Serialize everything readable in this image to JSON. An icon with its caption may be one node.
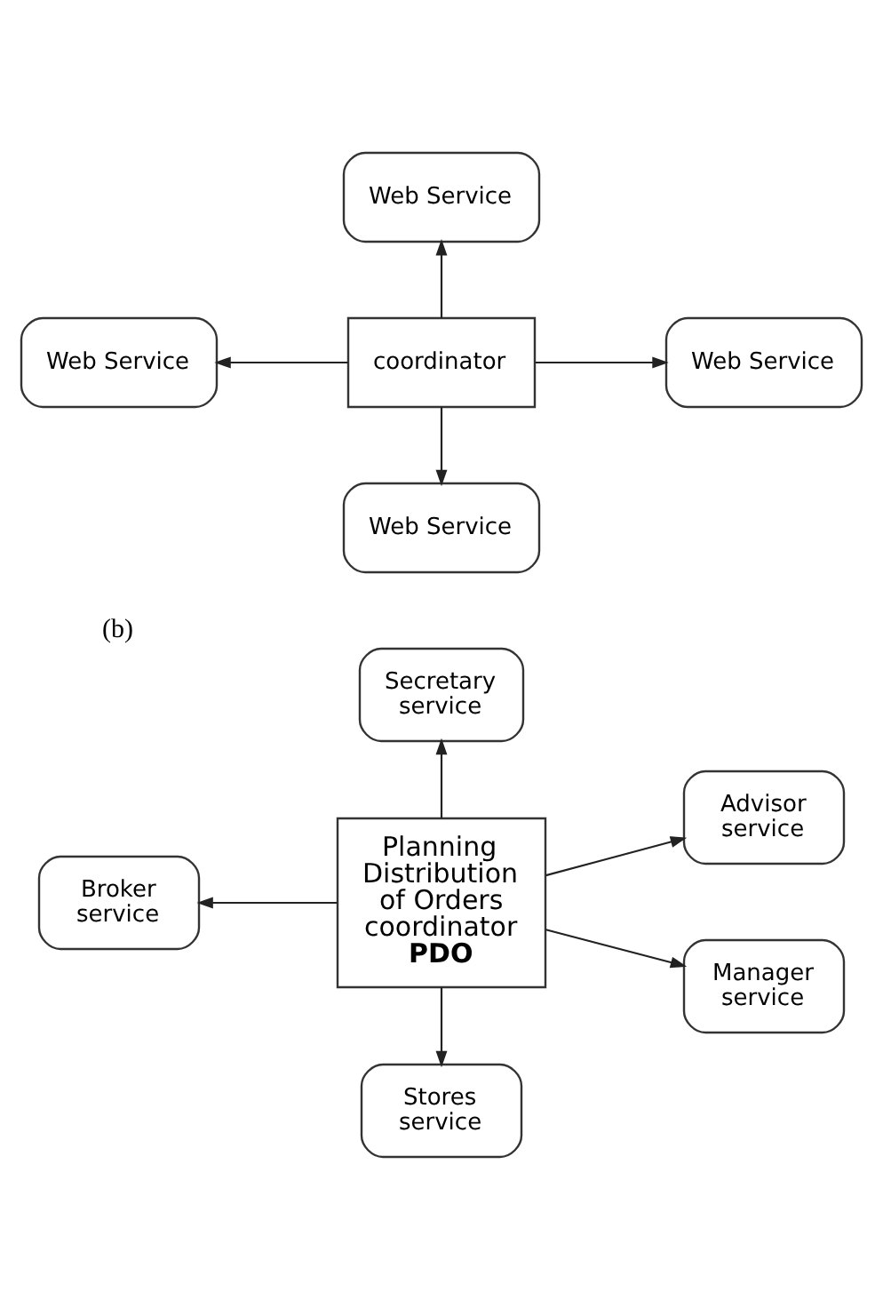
{
  "diagram": {
    "nodes": [
      {
        "text": [
          "Web Service"
        ]
      },
      {
        "text": [
          "Web Service"
        ]
      },
      {
        "text": [
          "coordinator"
        ]
      },
      {
        "text": [
          "Web Service"
        ]
      },
      {
        "text": [
          "Web Service"
        ]
      },
      {
        "text": [
          "Secretary service"
        ]
      },
      {
        "text": [
          "Advisor service"
        ]
      },
      {
        "text": [
          "Broker service"
        ]
      },
      {
        "text": [
          "Planning Distribution of Orders coordinator **PDO**"
        ]
      },
      {
        "text": [
          "Manager service"
        ]
      },
      {
        "text": [
          "Stores service"
        ]
      }
    ],
    "edges": [
      {
        "from": 2,
        "to": 0,
        "arrow": "to"
      },
      {
        "from": 2,
        "to": 1,
        "arrow": "to"
      },
      {
        "from": 2,
        "to": 3,
        "arrow": "to"
      },
      {
        "from": 2,
        "to": 4,
        "arrow": "to"
      },
      {
        "from": 8,
        "to": 5,
        "arrow": "to"
      },
      {
        "from": 8,
        "to": 6,
        "arrow": "to"
      },
      {
        "from": 8,
        "to": 7,
        "arrow": "to"
      },
      {
        "from": 8,
        "to": 9,
        "arrow": "to"
      },
      {
        "from": 8,
        "to": 10,
        "arrow": "to"
      }
    ],
    "labels": [
      "(b)"
    ]
  }
}
